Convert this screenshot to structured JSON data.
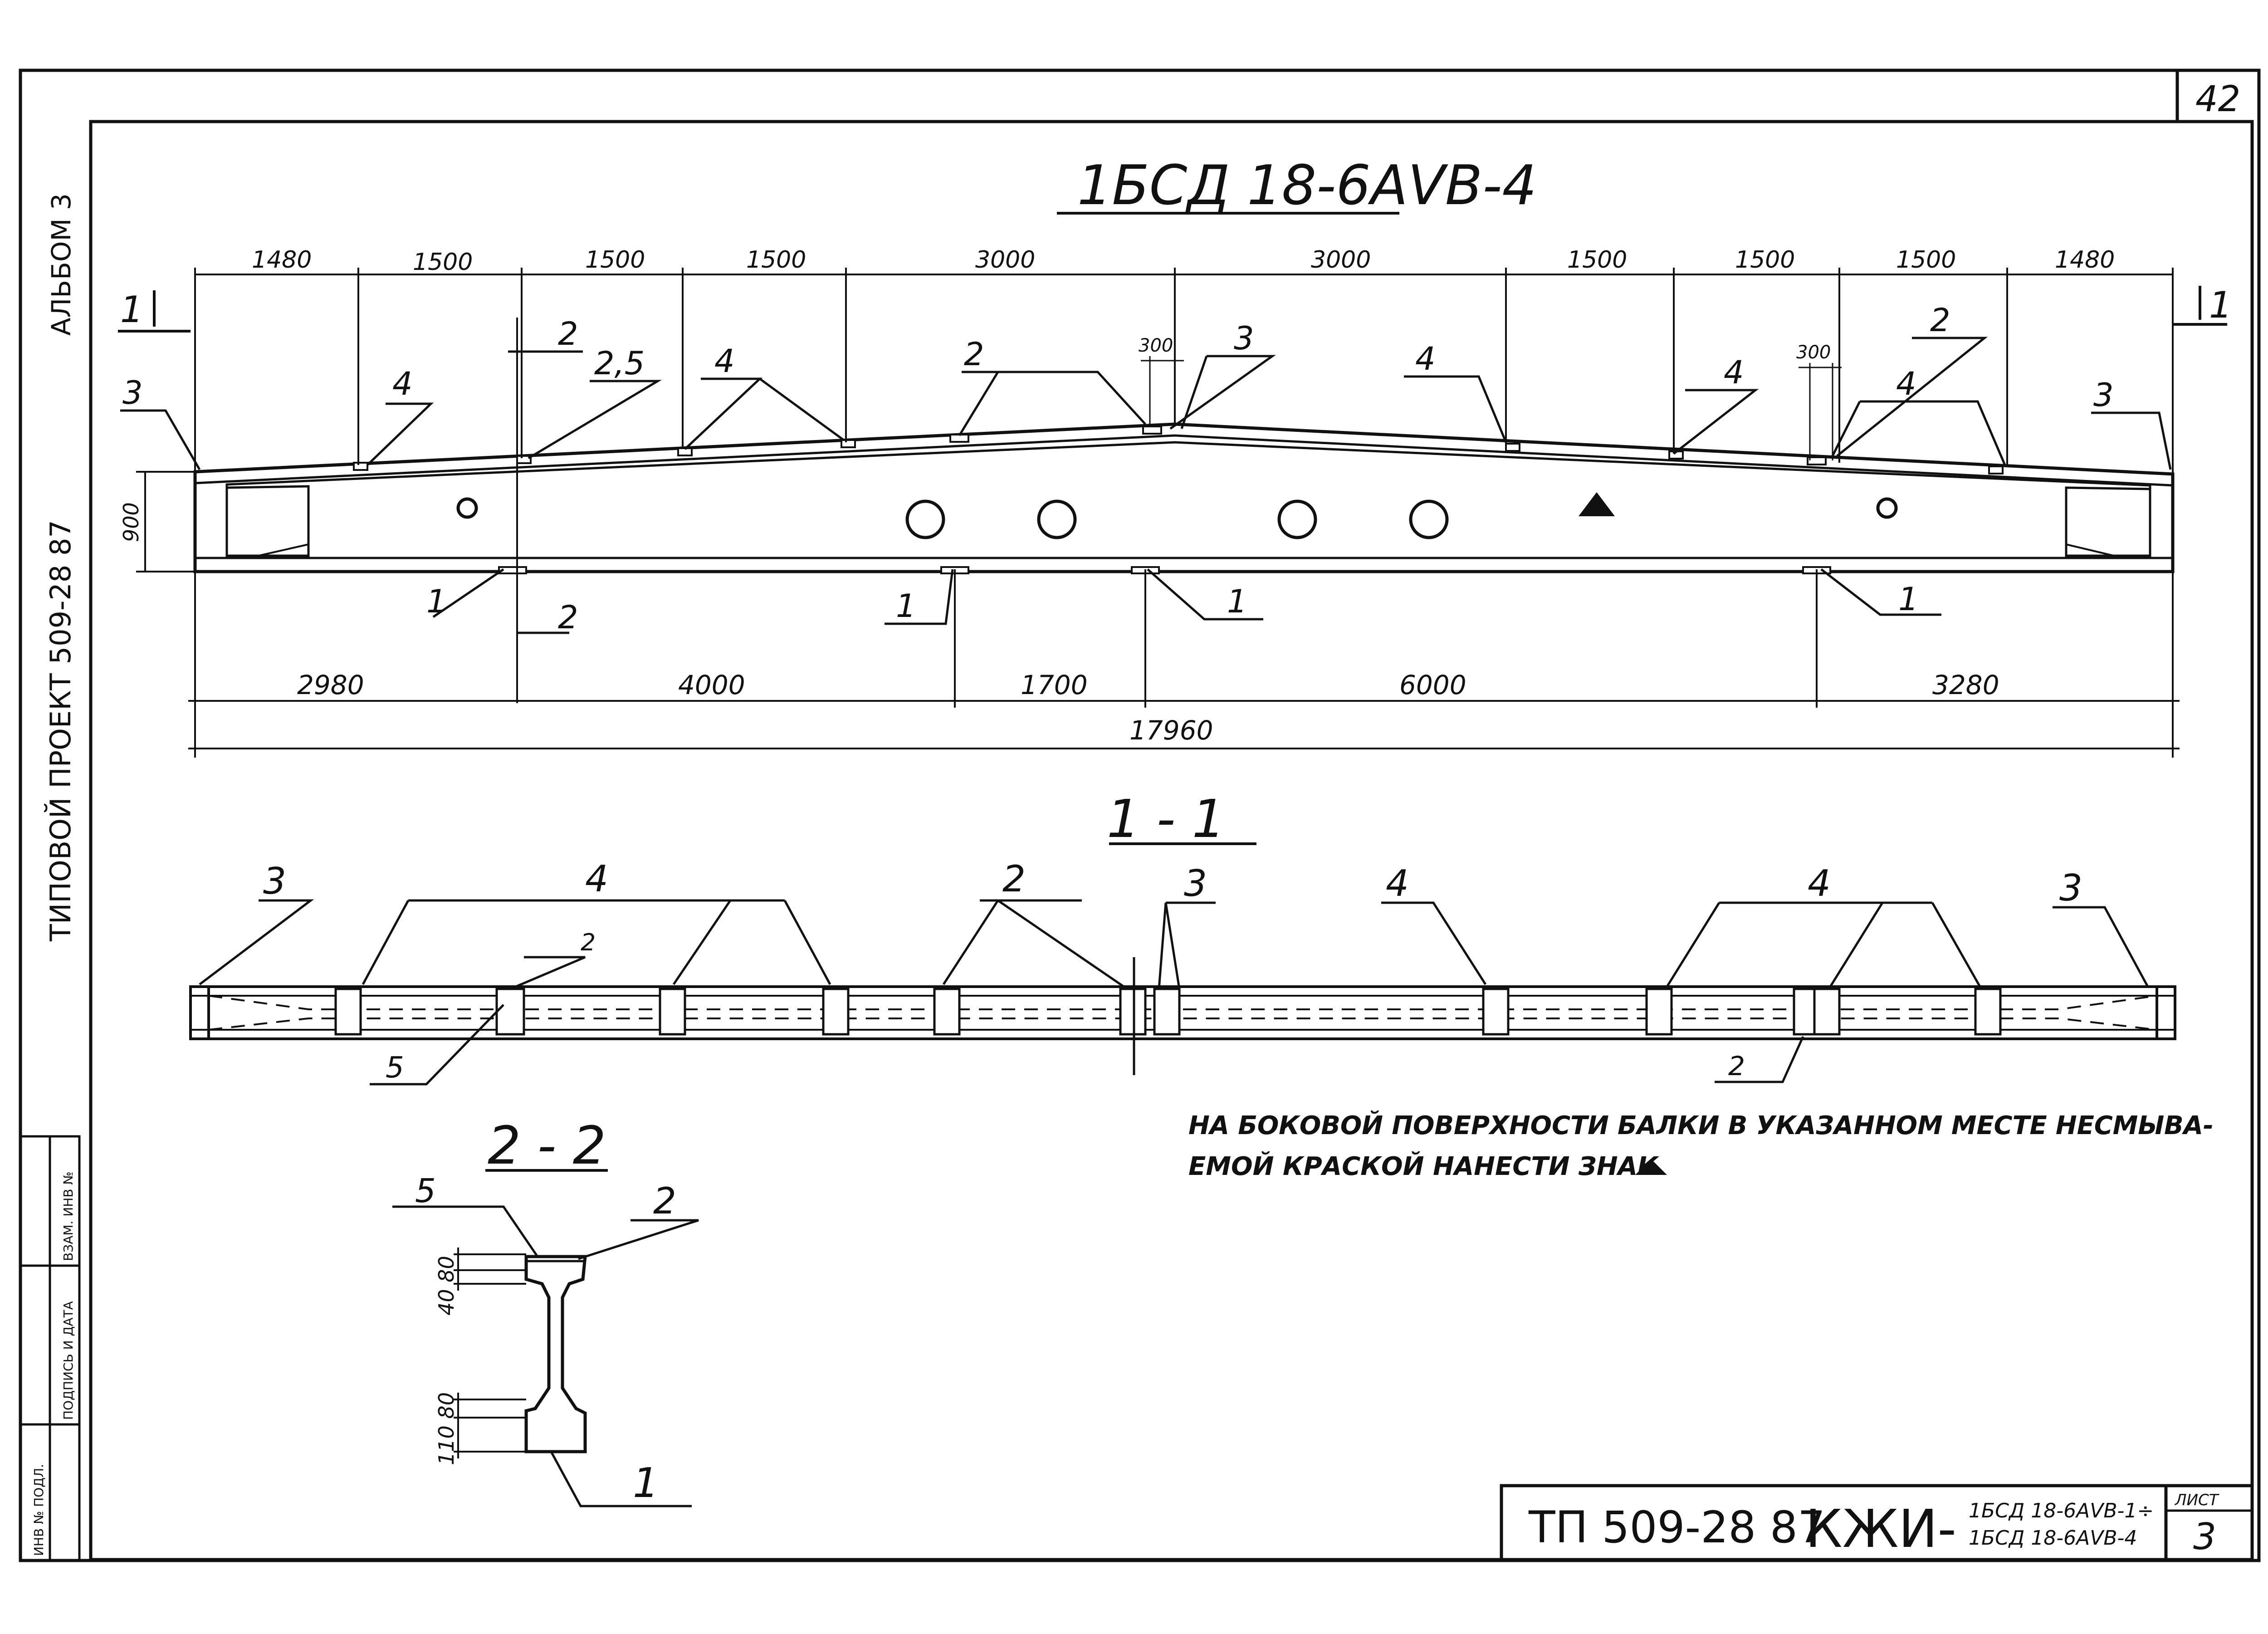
{
  "sheet": {
    "page_number": "42",
    "title": "1БСД 18-6АVВ-4",
    "side_album": "АЛЬБОМ 3",
    "side_project": "ТИПОВОЙ ПРОЕКТ 509-28 87",
    "stamp": {
      "inv_no": "ИНВ № ПОДЛ.",
      "sign_date": "ПОДПИСЬ И ДАТА",
      "replace_inv": "ВЗАМ. ИНВ №"
    }
  },
  "elevation": {
    "section_mark": "1",
    "top_dims": [
      "1480",
      "1500",
      "1500",
      "1500",
      "3000",
      "3000",
      "1500",
      "1500",
      "1500",
      "1480"
    ],
    "small_dims": [
      "300",
      "300"
    ],
    "height_dim": "900",
    "bottom_dims": [
      "2980",
      "4000",
      "1700",
      "6000",
      "3280"
    ],
    "total_dim": "17960",
    "callouts": {
      "c3_left": "3",
      "c4_a": "4",
      "c2_top": "2",
      "c25": "2,5",
      "c4_b": "4",
      "c2_mid": "2",
      "c3_mid": "3",
      "c4_c": "4",
      "c4_d": "4",
      "c2_right": "2",
      "c4_e": "4",
      "c3_right": "3",
      "c1_a": "1",
      "c2_bottom": "2",
      "c1_b": "1",
      "c1_c": "1",
      "c1_d": "1"
    }
  },
  "plan": {
    "title": "1 - 1",
    "callouts": {
      "c3_left": "3",
      "c4_left": "4",
      "c2_small": "2",
      "c2_mid": "2",
      "c3_mid": "3",
      "c4_mid": "4",
      "c4_right": "4",
      "c3_right": "3",
      "c5": "5",
      "c2_bottom": "2"
    }
  },
  "section": {
    "title": "2 - 2",
    "c5": "5",
    "c2": "2",
    "c1": "1",
    "dims_top": "40 80",
    "dims_bottom": "110 80"
  },
  "note": {
    "line1": "НА БОКОВОЙ ПОВЕРХНОСТИ БАЛКИ В УКАЗАННОМ МЕСТЕ НЕСМЫВА-",
    "line2": "ЕМОЙ КРАСКОЙ НАНЕСТИ ЗНАК"
  },
  "title_block": {
    "code": "ТП 509-28 87",
    "doc": "КЖИ-",
    "range_top": "1БСД 18-6АVВ-1÷",
    "range_bottom": "1БСД 18-6АVВ-4",
    "sheet_label": "ЛИСТ",
    "sheet_no": "3"
  }
}
